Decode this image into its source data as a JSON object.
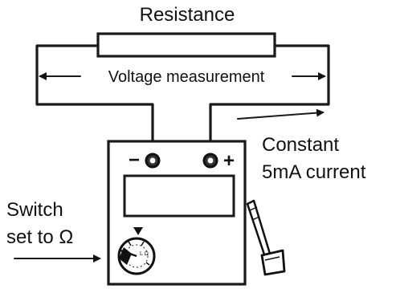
{
  "labels": {
    "resistance": "Resistance",
    "voltage_measurement": "Voltage measurement",
    "constant_current_line1": "Constant",
    "constant_current_line2": "5mA current",
    "switch_line1": "Switch",
    "switch_line2": "set to Ω",
    "terminal_negative": "−",
    "terminal_positive": "+",
    "dial_mark": "L Ω"
  },
  "icons": {
    "dial_pointer": "triangle-down",
    "probe": "probe-icon"
  },
  "colors": {
    "ink": "#111111",
    "background": "#ffffff"
  }
}
